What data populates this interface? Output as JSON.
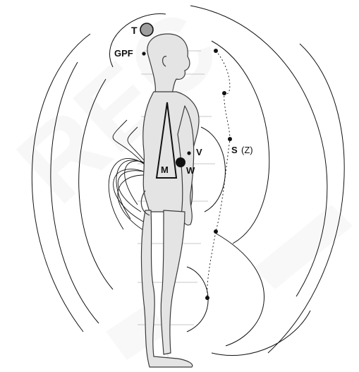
{
  "labels": {
    "t": "T",
    "gpf": "GPF",
    "v": "V",
    "m": "M",
    "w": "W",
    "s": "S",
    "z": "(Z)"
  },
  "watermark": "REC",
  "colors": {
    "line": "#111111",
    "figure_fill": "#e6e6e6",
    "figure_stroke": "#444444",
    "watermark": "#eeeeee"
  }
}
